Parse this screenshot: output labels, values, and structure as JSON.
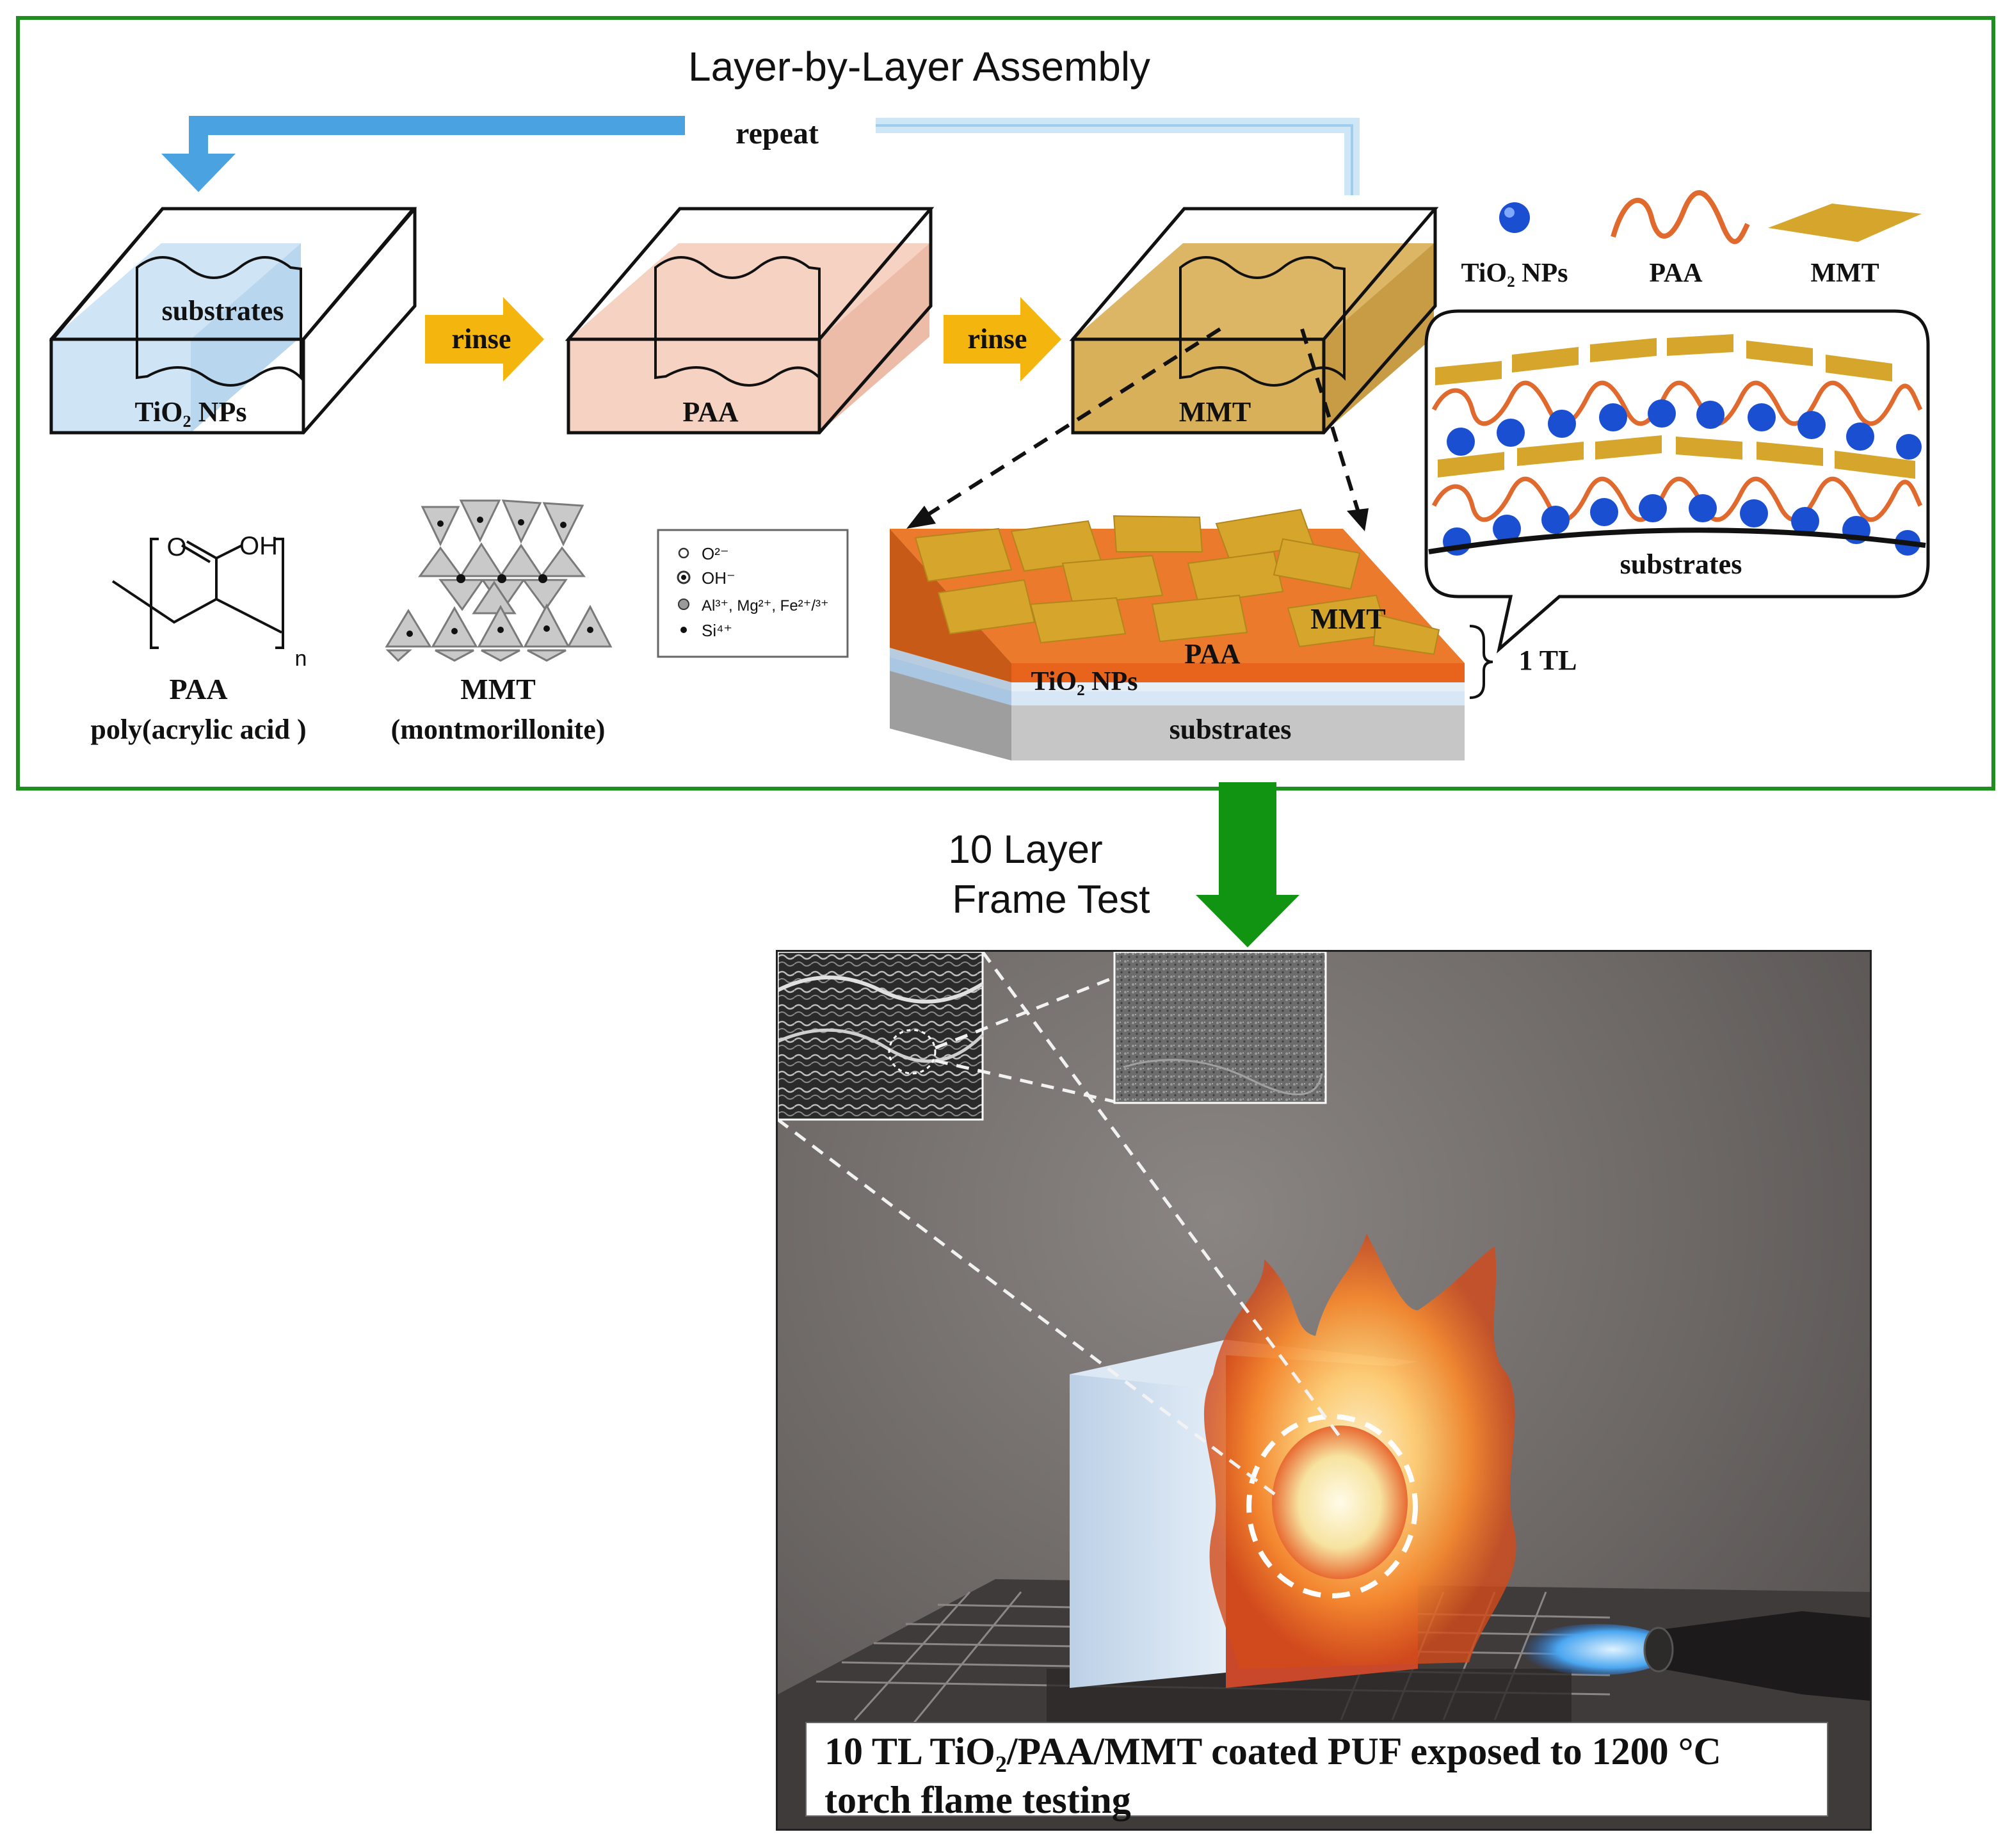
{
  "colors": {
    "frame_green": "#1e8e1e",
    "arrow_blue": "#4aa3e0",
    "rinse_arrow": "#f5b50f",
    "tio2_bath": "#cfe4f4",
    "paa_bath": "#f6d2c2",
    "mmt_bath": "#d9b05a",
    "mmt_sheet": "#d6a52c",
    "paa_chain": "#e06a2e",
    "tio2_particle": "#1a4fd1",
    "down_arrow": "#119411"
  },
  "assembly": {
    "title": "Layer-by-Layer Assembly",
    "repeat_label": "repeat",
    "rinse_labels": [
      "rinse",
      "rinse"
    ],
    "bath_labels": [
      "TiO₂ NPs",
      "PAA",
      "MMT"
    ],
    "substrate_label": "substrates",
    "legend": [
      "TiO₂ NPs",
      "PAA",
      "MMT"
    ],
    "zoom_substrate_label": "substrates"
  },
  "structures": {
    "paa_name": "PAA",
    "paa_full": "poly(acrylic acid )",
    "paa_oh": "OH",
    "paa_o": "O",
    "paa_n": "n",
    "mmt_name": "MMT",
    "mmt_full": "(montmorillonite)",
    "ion_legend": [
      "O²⁻",
      "OH⁻",
      "Al³⁺, Mg²⁺, Fe²⁺/³⁺",
      "Si⁴⁺"
    ]
  },
  "layer_stack": {
    "mmt": "MMT",
    "paa": "PAA",
    "tio2": "TiO₂ NPs",
    "substrate": "substrates",
    "bracket_label": "1 TL"
  },
  "test": {
    "label_line1": "10 Layer",
    "label_line2": "Frame Test",
    "caption_line1": "10 TL TiO₂/PAA/MMT coated PUF exposed to 1200 °C",
    "caption_line2": "torch flame testing"
  }
}
